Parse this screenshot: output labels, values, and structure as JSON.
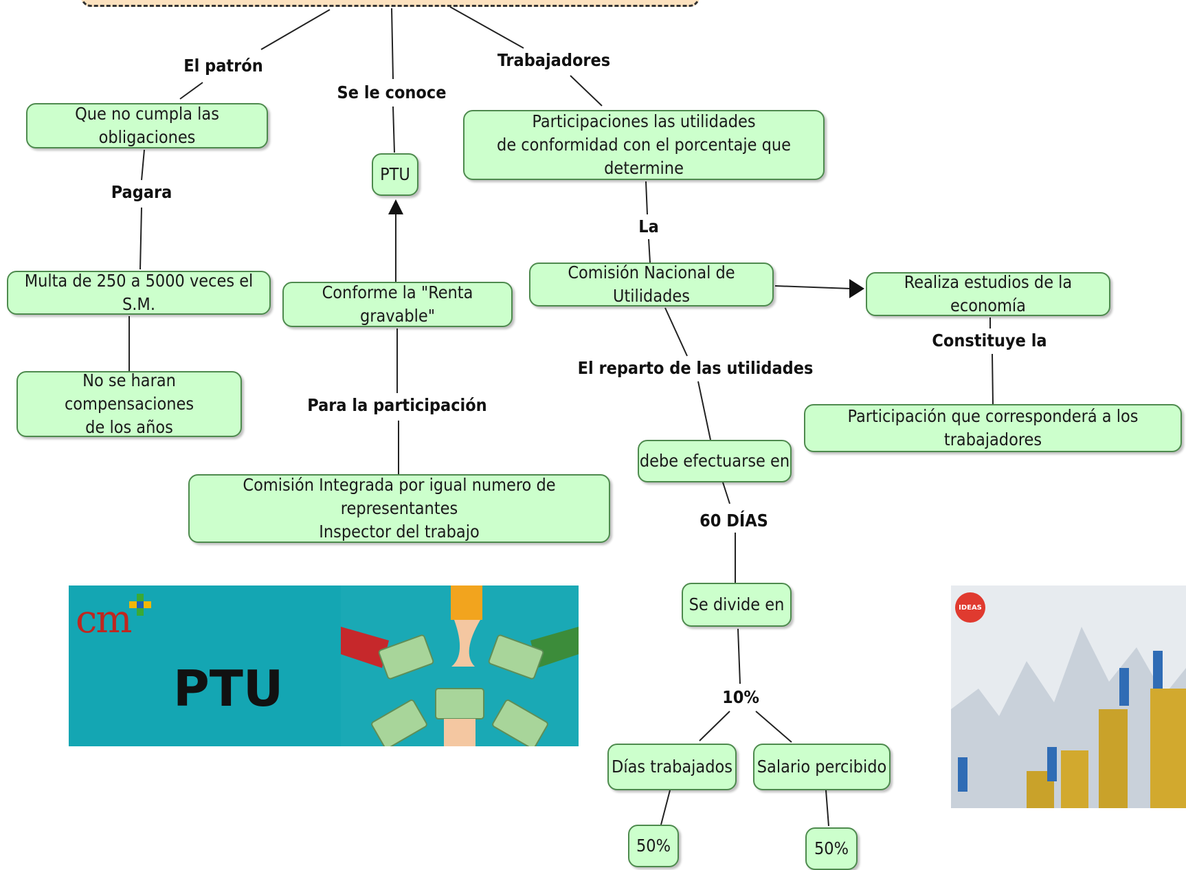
{
  "nodes": {
    "que_no_cumpla": "Que no cumpla las obligaciones",
    "multa": "Multa de 250 a 5000 veces el S.M.",
    "no_compensaciones": [
      "No se haran compensaciones",
      "de los años"
    ],
    "ptu": "PTU",
    "renta_gravable": "Conforme la \"Renta gravable\"",
    "comision_integrada": [
      "Comisión Integrada por igual numero de representantes",
      "Inspector del trabajo"
    ],
    "participaciones": [
      "Participaciones las utilidades",
      "de conformidad con el porcentaje que determine"
    ],
    "comision_nacional": "Comisión Nacional de Utilidades",
    "realiza_estudios": "Realiza estudios de la economía",
    "participacion_trabajadores": "Participación que corresponderá a los trabajadores",
    "debe_efectuarse": "debe efectuarse en",
    "se_divide": "Se divide en",
    "dias_trabajados": "Días trabajados",
    "salario_percibido": "Salario percibido",
    "pct_50_a": "50%",
    "pct_50_b": "50%"
  },
  "links": {
    "el_patron": "El patrón",
    "se_le_conoce": "Se le conoce",
    "trabajadores": "Trabajadores",
    "pagara": "Pagara",
    "la": "La",
    "constituye_la": "Constituye la",
    "reparto": "El  reparto de las utilidades",
    "para_participacion": "Para la participación",
    "sesenta_dias": "60 DÍAS",
    "diez_pct": "10%"
  },
  "images": {
    "left_logo": "cm",
    "left_text": "PTU",
    "right_logo": "IDEAS"
  },
  "colors": {
    "node_fill": "#ccffcc",
    "node_border": "#4d8a4d",
    "title_fill": "#fde2bf",
    "banner_teal": "#14a6b3"
  }
}
